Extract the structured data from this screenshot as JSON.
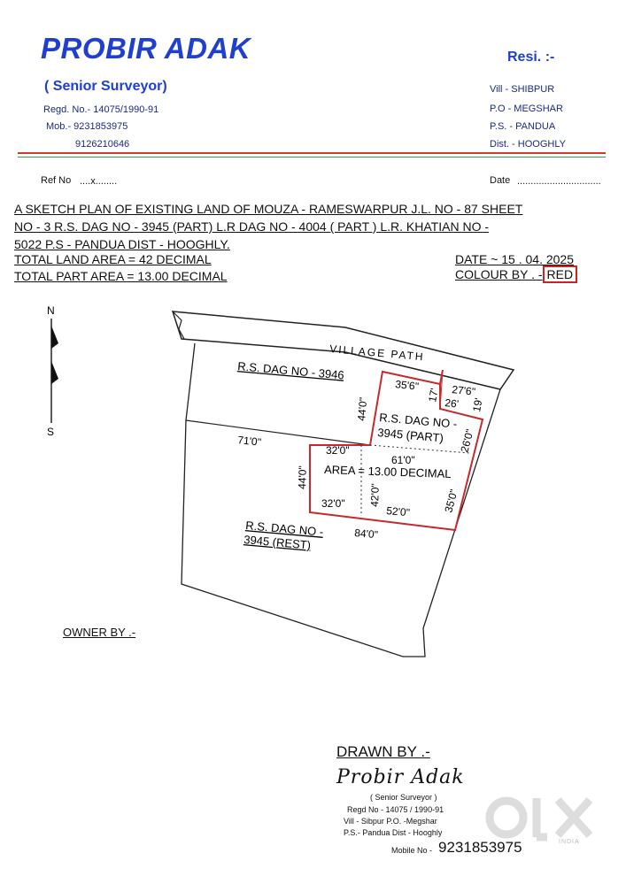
{
  "header": {
    "name": "PROBIR ADAK",
    "role": "( Senior Surveyor)",
    "regd": "Regd. No.- 14075/1990-91",
    "mob": "Mob.- 9231853975",
    "phone2": "9126210646",
    "resi_label": "Resi. :-",
    "vill": "Vill - SHIBPUR",
    "po": "P.O - MEGSHAR",
    "ps": "P.S. - PANDUA",
    "dist": "Dist. - HOOGHLY"
  },
  "ref": {
    "label": "Ref No",
    "value": "....x........"
  },
  "date_field": {
    "label": "Date",
    "value": "..............................."
  },
  "title": {
    "line1": "A SKETCH  PLAN OF EXISTING LAND OF MOUZA - RAMESWARPUR J.L. NO - 87 SHEET",
    "line2": "NO - 3 R.S. DAG NO - 3945 (PART)  L.R DAG NO - 4004 ( PART )  L.R. KHATIAN NO -",
    "line3": "5022  P.S - PANDUA  DIST - HOOGHLY."
  },
  "info": {
    "total_land": "TOTAL LAND AREA = 42  DECIMAL",
    "total_part": " TOTAL PART AREA = 13.00 DECIMAL",
    "date": "DATE ~ 15 . 04. 2025",
    "colour_label": "COLOUR BY . -",
    "colour_value": "RED"
  },
  "map": {
    "north": "N",
    "south": "S",
    "village_path": "VILLAGE PATH",
    "dag_3946": "R.S. DAG NO - 3946",
    "dag_part_1": "R.S. DAG NO -",
    "dag_part_2": "3945 (PART)",
    "dag_rest_1": "R.S. DAG NO -",
    "dag_rest_2": "3945 (REST)",
    "area": "AREA = 13.00 DECIMAL",
    "dims": {
      "d35_6": "35'6\"",
      "d27_6": "27'6\"",
      "d26": "26'",
      "d17": "17'",
      "d19": "19'",
      "d44_right": "44'0\"",
      "d71": "71'0\"",
      "d32_top": "32'0\"",
      "d61": "61'0\"",
      "d26_0": "26'0\"",
      "d44_left": "44'0\"",
      "d42": "42'0\"",
      "d32_bottom": "32'0\"",
      "d52": "52'0\"",
      "d35_0": "35'0\"",
      "d84": "84'0\""
    },
    "colors": {
      "highlight": "#c42a2a",
      "line": "#222222"
    }
  },
  "owner": "OWNER BY .-",
  "drawn": {
    "label": "DRAWN BY .-",
    "signature": "Probir Adak",
    "role": "( Senior Surveyor )",
    "regd": "Regd No - 14075 / 1990-91",
    "addr1": "Vill - Sibpur P.O. -Megshar",
    "addr2": "P.S.- Pandua Dist - Hooghly",
    "mobile_label": "Mobile No -",
    "mobile": "9231853975"
  },
  "watermark": {
    "logo": "OLX",
    "sub": "INDIA"
  }
}
